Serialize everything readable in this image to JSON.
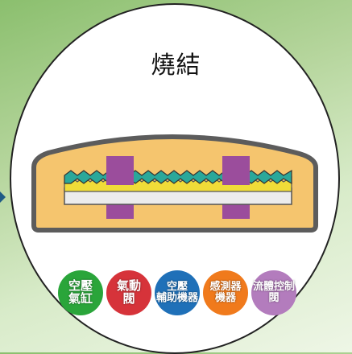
{
  "title": "燒結",
  "colors": {
    "outer_body": "#f5c56e",
    "outer_stroke": "#5c5c5c",
    "pillar": "#9b4d9c",
    "teal_layer": "#2aa89a",
    "yellow_layer": "#f0dc38",
    "base_layer": "#ececec",
    "background_top": "#8bbf6e",
    "background_bottom": "#eef6e6"
  },
  "buttons": [
    {
      "line1": "空壓",
      "line2": "氣缸",
      "color": "#2aa53a"
    },
    {
      "line1": "氣動",
      "line2": "閥",
      "color": "#d6333a"
    },
    {
      "line1": "空壓",
      "line2": "輔助機器",
      "color": "#1f70b8"
    },
    {
      "line1": "感測器",
      "line2": "機器",
      "color": "#f07a1c"
    },
    {
      "line1": "流體控制",
      "line2": "閥",
      "color": "#b37cbd"
    }
  ]
}
